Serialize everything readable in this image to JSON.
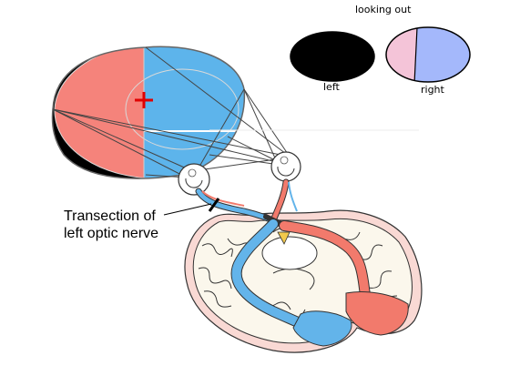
{
  "labels": {
    "looking_out": "looking out",
    "left_eye": "left",
    "right_eye": "right",
    "transection_line1": "Transection of",
    "transection_line2": "left optic nerve"
  },
  "colors": {
    "left_field_black": "#000000",
    "nasal_field_salmon": "#f5837b",
    "temporal_field_blue": "#5db4eb",
    "right_eye_pink": "#f4c4d8",
    "right_eye_blue": "#a4b8fb",
    "fixation_cross": "#e00000",
    "brain_tissue": "#fbf7ec",
    "pathway_red": "#f27a6c",
    "pathway_blue": "#63b4ea"
  }
}
